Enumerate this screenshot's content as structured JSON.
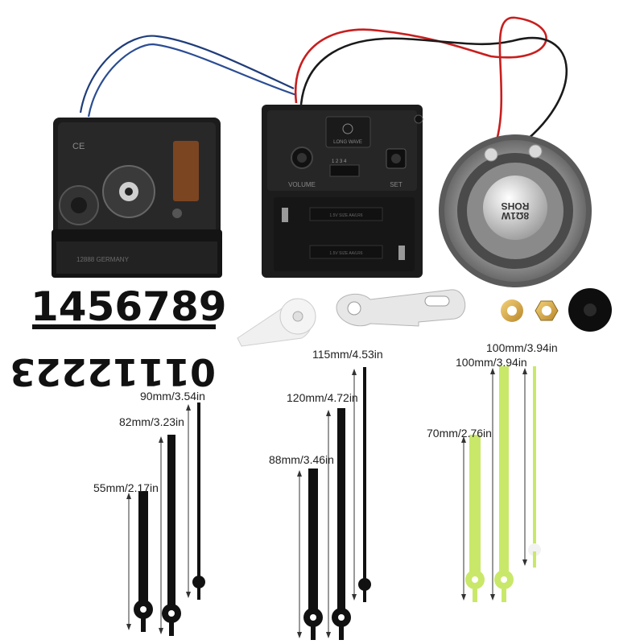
{
  "numerals": {
    "top_row": "1456789",
    "bottom_row": "01112223"
  },
  "movement": {
    "ce_mark": "CE",
    "model_text": "12888 GERMANY"
  },
  "radio_module": {
    "long_wave": "LONG WAVE",
    "switch_positions": "1 2 3 4",
    "volume_label": "VOLUME",
    "set_label": "SET",
    "battery_label": "1.5V SIZE AA/LR6"
  },
  "speaker": {
    "label_line1": "ROHS",
    "label_line2": "8Ω1W"
  },
  "hand_sets": [
    {
      "name": "black-short",
      "color": "#111111",
      "hands": [
        {
          "label": "55mm/2.17in"
        },
        {
          "label": "82mm/3.23in"
        },
        {
          "label": "90mm/3.54in"
        }
      ]
    },
    {
      "name": "black-long",
      "color": "#111111",
      "hands": [
        {
          "label": "88mm/3.46in"
        },
        {
          "label": "120mm/4.72in"
        },
        {
          "label": "115mm/4.53in"
        }
      ]
    },
    {
      "name": "luminous-green",
      "color": "#c9e86a",
      "hands": [
        {
          "label": "70mm/2.76in"
        },
        {
          "label": "100mm/3.94in"
        },
        {
          "label": "100mm/3.94in"
        }
      ]
    }
  ]
}
